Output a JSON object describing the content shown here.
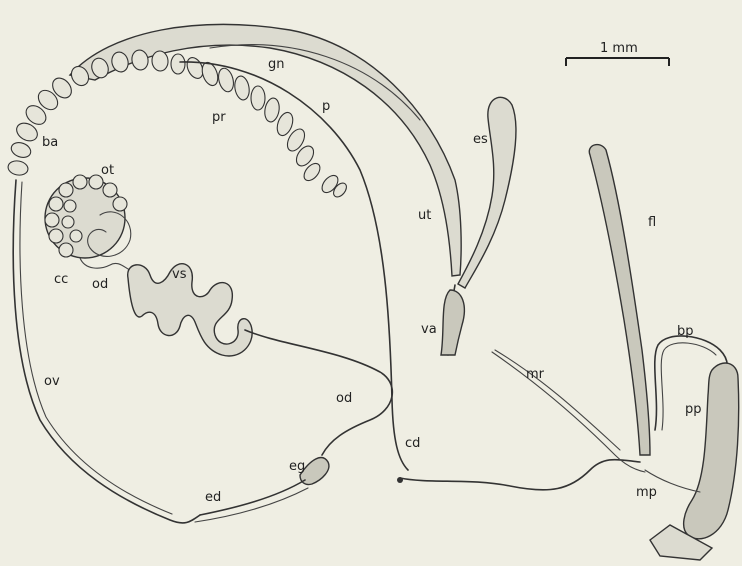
{
  "scale_bar": {
    "label": "1 mm"
  },
  "labels": {
    "gn": "gn",
    "p": "p",
    "pr": "pr",
    "ba": "ba",
    "es": "es",
    "ot": "ot",
    "ut": "ut",
    "fl": "fl",
    "cc": "cc",
    "od1": "od",
    "vs": "vs",
    "va": "va",
    "bp": "bp",
    "mr": "mr",
    "ov": "ov",
    "od2": "od",
    "pp": "pp",
    "cd": "cd",
    "eg": "eg",
    "ed": "ed",
    "mp": "mp"
  }
}
